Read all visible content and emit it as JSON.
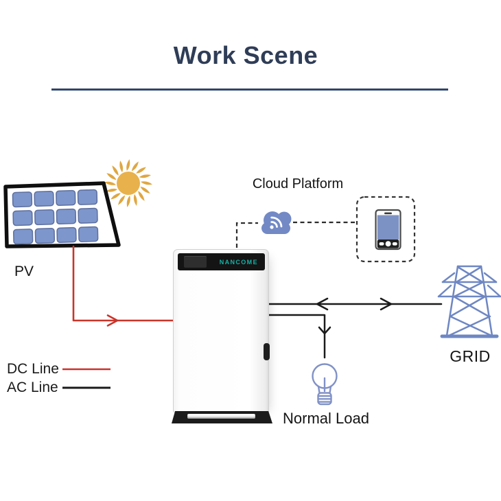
{
  "header": {
    "title": "Work Scene"
  },
  "diagram": {
    "pv": {
      "label": "PV"
    },
    "cloud_platform": {
      "label": "Cloud Platform"
    },
    "unit": {
      "brand": "NANCOME"
    },
    "grid": {
      "label": "GRID"
    },
    "normal_load": {
      "label": "Normal Load"
    }
  },
  "legend": {
    "items": [
      {
        "label": "DC Line",
        "color": "#c9342a"
      },
      {
        "label": "AC Line",
        "color": "#1a1a1a"
      }
    ]
  },
  "icons": {
    "sun": "sun-icon",
    "solar_panel": "solar-panel-icon",
    "cloud": "cloud-icon",
    "smartphone": "smartphone-icon",
    "grid_tower": "grid-tower-icon",
    "lightbulb": "lightbulb-icon"
  },
  "colors": {
    "title_navy": "#2f3d57",
    "icon_blue": "#7289c5",
    "tower_blue": "#6e87c3",
    "cell_blue": "#7d96cb",
    "brand_teal": "#17b2a6",
    "dc_red": "#c9342a",
    "ac_black": "#1a1a1a",
    "sun_gold": "#e8b14b"
  }
}
